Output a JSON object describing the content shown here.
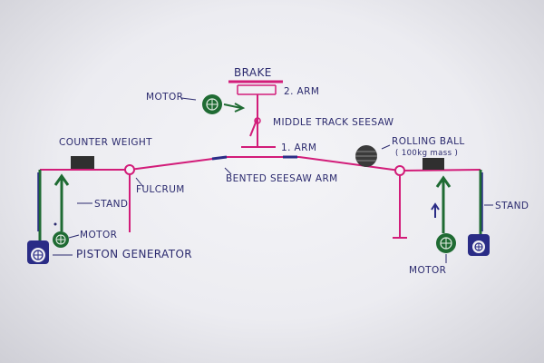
{
  "labels": {
    "brake": "BRAKE",
    "arm2": "2. ARM",
    "motor_top": "MOTOR",
    "middle_track_seesaw": "MIDDLE TRACK SEESAW",
    "arm1": "1. ARM",
    "counter_weight": "COUNTER WEIGHT",
    "rolling_ball": "ROLLING BALL",
    "ball_mass": "( 100kg mass )",
    "fulcrum": "FULCRUM",
    "bented_seesaw_arm": "BENTED SEESAW ARM",
    "stand_left": "STAND",
    "stand_right": "STAND",
    "motor_left": "MOTOR",
    "piston_generator": "PISTON GENERATOR",
    "motor_right": "MOTOR"
  },
  "colors": {
    "frame": "#d21c79",
    "labels": "#2b2a6e",
    "motor": "#1f6b33",
    "generator": "#2a2c86",
    "weight": "#2f2f2f"
  },
  "icons": [
    "motor-icon",
    "piston-generator-icon",
    "counter-weight-icon",
    "rolling-ball-icon",
    "brake-icon"
  ]
}
